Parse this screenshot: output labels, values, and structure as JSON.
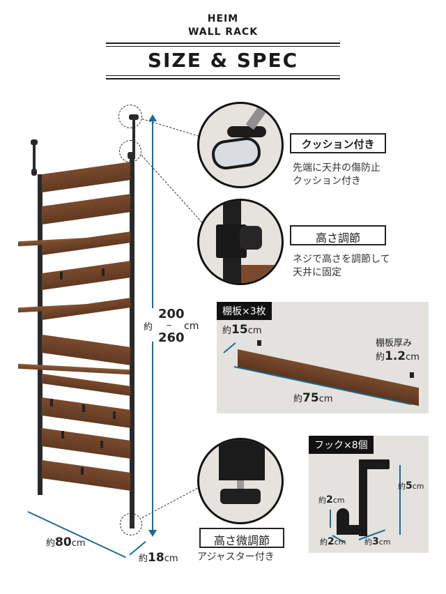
{
  "header": {
    "brand_line1": "HEIM",
    "brand_line2": "WALL RACK",
    "title": "SIZE & SPEC"
  },
  "rack": {
    "height_prefix": "約",
    "height_min": "200",
    "height_sep": "~",
    "height_max": "260",
    "height_unit": "cm",
    "width_prefix": "約",
    "width_value": "80",
    "width_unit": "cm",
    "depth_prefix": "約",
    "depth_value": "18",
    "depth_unit": "cm"
  },
  "features": [
    {
      "label": "クッション付き",
      "desc_line1": "先端に天井の傷防止",
      "desc_line2": "クッション付き",
      "icon": "cushion-pad-icon"
    },
    {
      "label": "高さ調節",
      "desc_line1": "ネジで高さを調節して",
      "desc_line2": "天井に固定",
      "icon": "height-screw-icon"
    },
    {
      "label": "高さ微調節",
      "desc_line1": "アジャスター付き",
      "icon": "adjuster-foot-icon"
    }
  ],
  "shelf_panel": {
    "tag": "棚板×3枚",
    "depth_prefix": "約",
    "depth_value": "15",
    "depth_unit": "cm",
    "length_prefix": "約",
    "length_value": "75",
    "length_unit": "cm",
    "thickness_label": "棚板厚み",
    "thickness_prefix": "約",
    "thickness_value": "1.2",
    "thickness_unit": "cm"
  },
  "hook_panel": {
    "tag": "フック×8個",
    "height_prefix": "約",
    "height_value": "5",
    "height_unit": "cm",
    "tip_prefix": "約",
    "tip_value": "2",
    "tip_unit": "cm",
    "width_prefix": "約",
    "width_value": "2",
    "width_unit": "cm",
    "depth_prefix": "約",
    "depth_value": "3",
    "depth_unit": "cm"
  },
  "colors": {
    "dimension_arrow": "#1c6a8e",
    "wood": "#6b4128",
    "frame": "#2a2a2a",
    "panel_bg": "#e3e2df"
  }
}
